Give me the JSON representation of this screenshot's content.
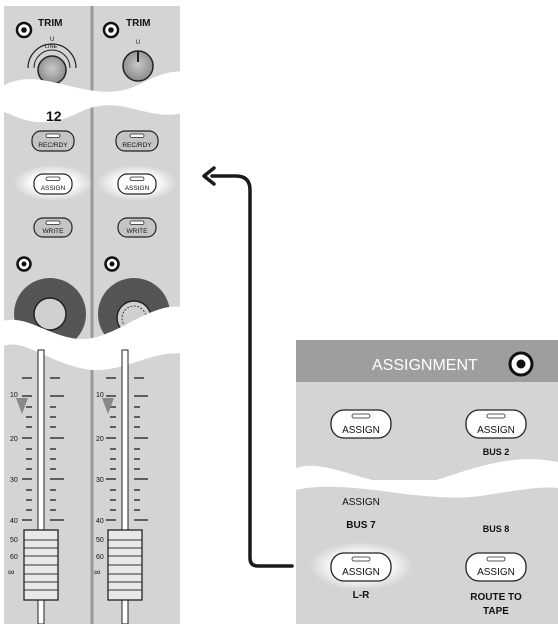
{
  "channel_strip": {
    "trim_label": "TRIM",
    "trim_marker": "U",
    "line_label": "LINE",
    "channel_number": "12",
    "rec_rdy_label": "REC/RDY",
    "assign_label": "ASSIGN",
    "write_label": "WRITE",
    "fader_scale": [
      "10",
      "20",
      "30",
      "40",
      "50",
      "60",
      "∞"
    ]
  },
  "assignment_panel": {
    "title": "ASSIGNMENT",
    "assign_button_label": "ASSIGN",
    "bus2_label": "BUS 2",
    "assign_caption": "ASSIGN",
    "bus7_label": "BUS 7",
    "bus8_label": "BUS 8",
    "lr_label": "L-R",
    "route_label_line1": "ROUTE TO",
    "route_label_line2": "TAPE"
  },
  "colors": {
    "panel_gray": "#d4d4d4",
    "header_gray": "#9e9e9e",
    "knob_dark": "#555555",
    "arrow": "#1a1a1a"
  }
}
